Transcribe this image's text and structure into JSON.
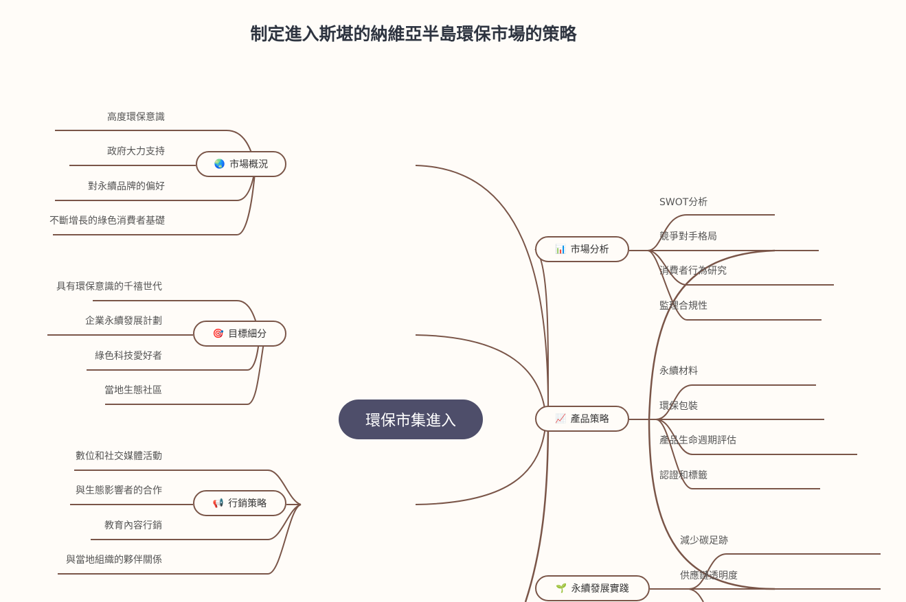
{
  "title": "制定進入斯堪的納維亞半島環保市場的策略",
  "root": "環保市集進入",
  "branches": [
    {
      "label": "市場概況",
      "icon": "🌏",
      "children": [
        "高度環保意識",
        "政府大力支持",
        "對永續品牌的偏好",
        "不斷增長的綠色消費者基礎"
      ]
    },
    {
      "label": "目標細分",
      "icon": "🎯",
      "children": [
        "具有環保意識的千禧世代",
        "企業永續發展計劃",
        "綠色科技愛好者",
        "當地生態社區"
      ]
    },
    {
      "label": "行銷策略",
      "icon": "📢",
      "children": [
        "數位和社交媒體活動",
        "與生態影響者的合作",
        "教育內容行銷",
        "與當地組織的夥伴關係"
      ]
    },
    {
      "label": "市場分析",
      "icon": "📊",
      "children": [
        "SWOT分析",
        "競爭對手格局",
        "消費者行為研究",
        "監理合規性"
      ]
    },
    {
      "label": "產品策略",
      "icon": "📈",
      "children": [
        "永續材料",
        "環保包裝",
        "產品生命週期評估",
        "認證和標籤"
      ]
    },
    {
      "label": "永續發展實踐",
      "icon": "🌱",
      "children": [
        "減少碳足跡",
        "供應鏈透明度"
      ]
    }
  ],
  "colors": {
    "line": "#7a5548",
    "root": "#4e4e6a",
    "background": "#fffcf8"
  }
}
